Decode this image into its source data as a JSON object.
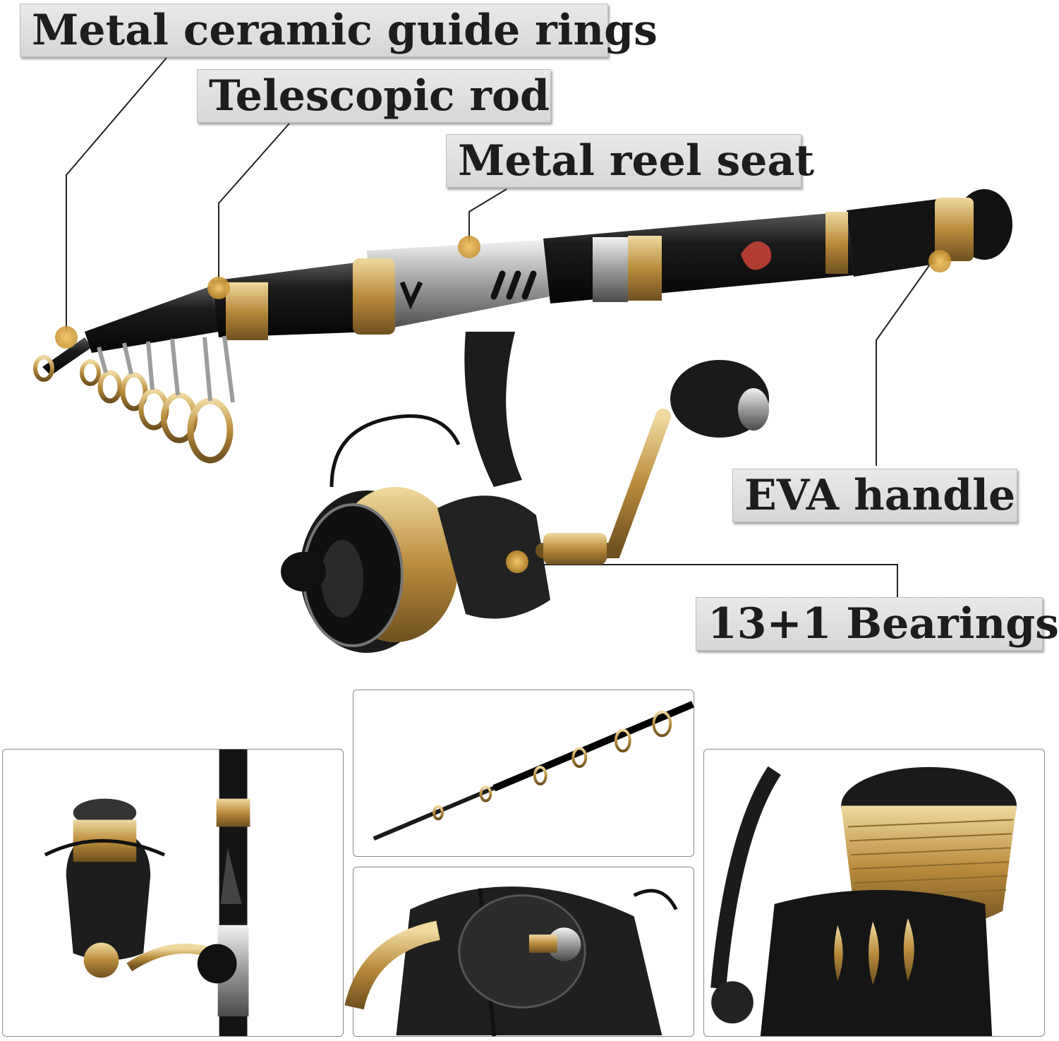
{
  "labels": {
    "guide_rings": "Metal ceramic guide rings",
    "telescopic": "Telescopic rod",
    "reel_seat": "Metal reel seat",
    "eva_handle": "EVA handle",
    "bearings": "13+1 Bearings"
  },
  "colors": {
    "label_bg": "#dedede",
    "marker": "#d9a640",
    "gold": "#c59a4a",
    "rod": "#1a1a1a",
    "silver": "#b8b8b8"
  }
}
